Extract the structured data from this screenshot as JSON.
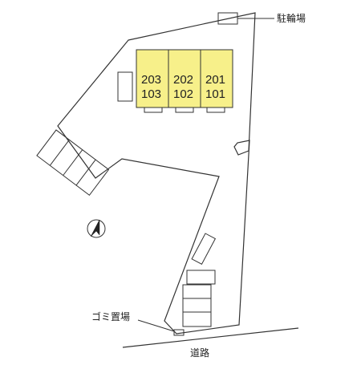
{
  "labels": {
    "bicycle_parking": "駐輪場",
    "garbage_area": "ゴミ置場",
    "road": "道路"
  },
  "units": [
    {
      "upper": "203",
      "lower": "103"
    },
    {
      "upper": "202",
      "lower": "102"
    },
    {
      "upper": "201",
      "lower": "101"
    }
  ],
  "colors": {
    "unit_fill": "#f7f08a",
    "outline": "#333333",
    "background": "#ffffff"
  },
  "icons": {
    "north_arrow": "north-arrow-icon"
  }
}
